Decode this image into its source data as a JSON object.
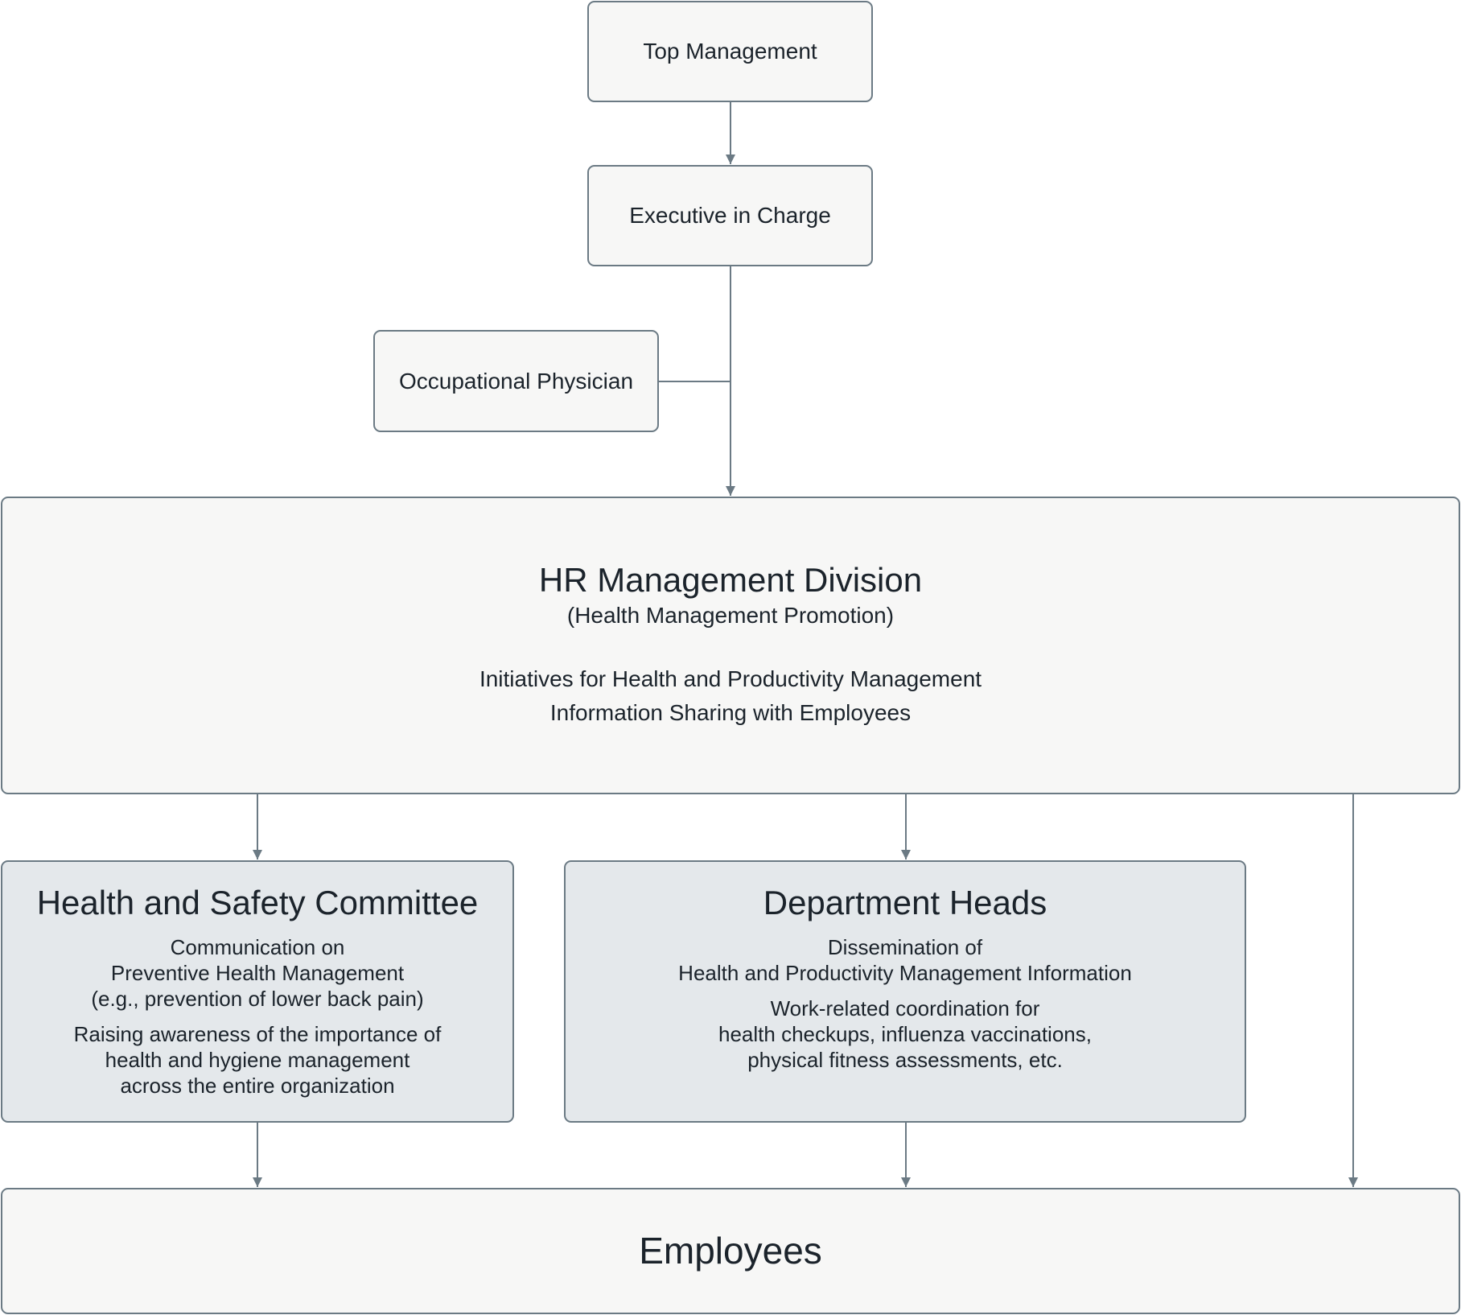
{
  "nodes": {
    "top_management": {
      "label": "Top Management"
    },
    "executive": {
      "label": "Executive in Charge"
    },
    "physician": {
      "label": "Occupational Physician"
    },
    "hr_division": {
      "title": "HR Management Division",
      "subtitle": "(Health Management Promotion)",
      "lines": [
        "Initiatives for Health and Productivity Management",
        "Information Sharing with Employees"
      ]
    },
    "committee": {
      "title": "Health and Safety Committee",
      "paragraphs": [
        [
          "Communication on",
          "Preventive Health Management",
          "(e.g., prevention of lower back pain)"
        ],
        [
          "Raising awareness of the importance of",
          "health and hygiene management",
          "across the entire organization"
        ]
      ]
    },
    "dept_heads": {
      "title": "Department Heads",
      "paragraphs": [
        [
          "Dissemination of",
          "Health and Productivity Management Information"
        ],
        [
          "Work-related coordination for",
          "health checkups, influenza vaccinations,",
          "physical fitness assessments, etc."
        ]
      ]
    },
    "employees": {
      "label": "Employees"
    }
  },
  "edges": [
    {
      "from": "Top Management",
      "to": "Executive in Charge"
    },
    {
      "from": "Executive in Charge",
      "to": "HR Management Division"
    },
    {
      "from": "Occupational Physician",
      "to": "Executive in Charge",
      "style": "joins line"
    },
    {
      "from": "HR Management Division",
      "to": "Health and Safety Committee"
    },
    {
      "from": "HR Management Division",
      "to": "Department Heads"
    },
    {
      "from": "HR Management Division",
      "to": "Employees"
    },
    {
      "from": "Health and Safety Committee",
      "to": "Employees"
    },
    {
      "from": "Department Heads",
      "to": "Employees"
    }
  ],
  "colors": {
    "border": "#6b7a84",
    "box_fill": "#f7f7f6",
    "shaded_fill": "#e4e8eb",
    "text": "#1b232b",
    "connector": "#6b7a84"
  }
}
